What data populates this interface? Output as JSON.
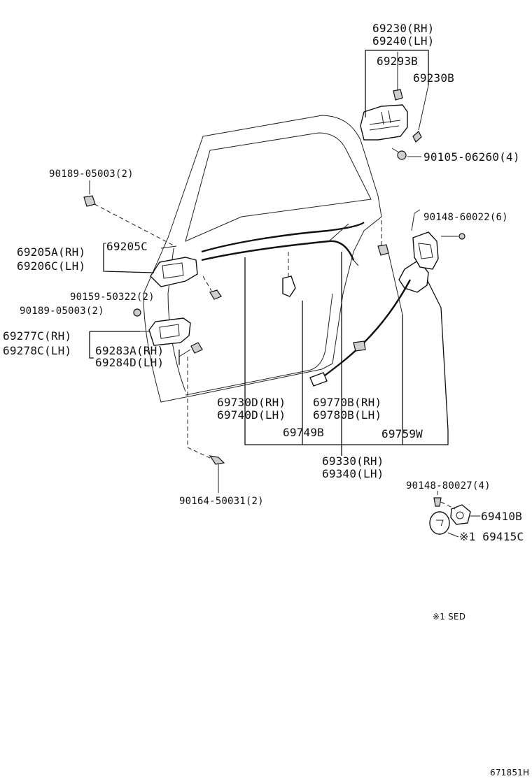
{
  "labels": {
    "p69230": "69230(RH)",
    "p69240": "69240(LH)",
    "p69293b": "69293B",
    "p69230b": "69230B",
    "p90105": "90105-06260(4)",
    "p90189a": "90189-05003(2)",
    "p90148a": "90148-60022(6)",
    "p69205a": "69205A(RH)",
    "p69206c": "69206C(LH)",
    "p69205c": "69205C",
    "p90159": "90159-50322(2)",
    "p90189b": "90189-05003(2)",
    "p69277c": "69277C(RH)",
    "p69278c": "69278C(LH)",
    "p69283a": "69283A(RH)",
    "p69284d": "69284D(LH)",
    "p69730d": "69730D(RH)",
    "p69740d": "69740D(LH)",
    "p69770b": "69770B(RH)",
    "p69780b": "69780B(LH)",
    "p69749b": "69749B",
    "p69759w": "69759W",
    "p69330": "69330(RH)",
    "p69340": "69340(LH)",
    "p90148b": "90148-80027(4)",
    "p69410b": "69410B",
    "p69415c": "※1 69415C",
    "p90164": "90164-50031(2)",
    "note": "※1 SED",
    "drawing_id": "671851H"
  }
}
